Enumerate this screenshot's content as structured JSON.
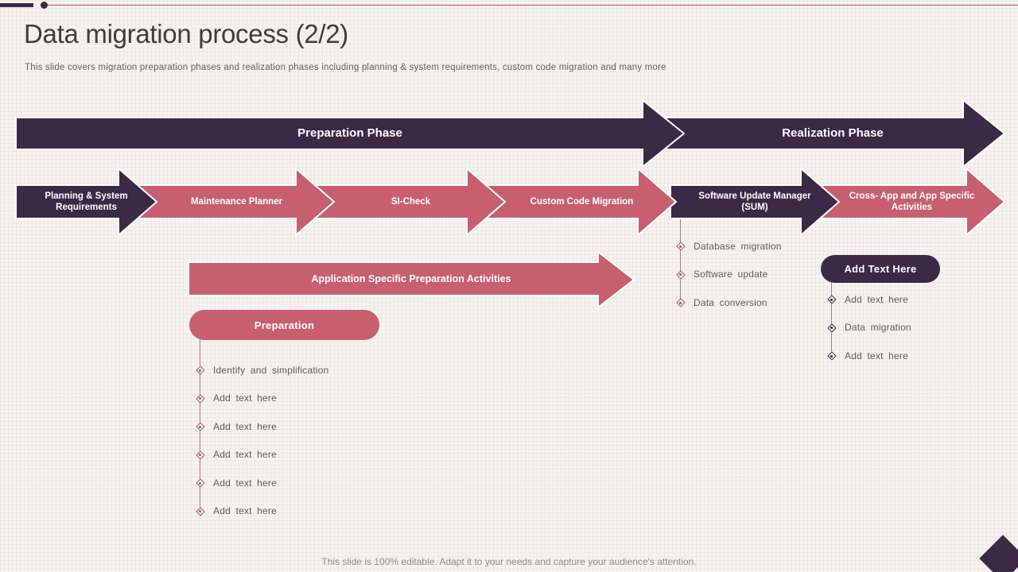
{
  "colors": {
    "dark": "#3a2a45",
    "pink": "#c75f6f",
    "accentLine": "#b0566a",
    "background": "#f6f3ee"
  },
  "slide": {
    "title": "Data migration process (2/2)",
    "subtitle": "This slide covers migration preparation phases and realization phases including planning & system requirements, custom code migration and many more",
    "footer": "This slide is 100% editable. Adapt it to your needs and capture your audience's attention."
  },
  "phases": [
    {
      "label": "Preparation Phase"
    },
    {
      "label": "Realization Phase"
    }
  ],
  "steps": [
    {
      "label": "Planning & System Requirements"
    },
    {
      "label": "Maintenance Planner"
    },
    {
      "label": "SI-Check"
    },
    {
      "label": "Custom Code Migration"
    },
    {
      "label": "Software Update Manager (SUM)"
    },
    {
      "label": "Cross- App and App Specific Activities"
    }
  ],
  "app_specific_arrow": {
    "label": "Application Specific Preparation Activities"
  },
  "preparation_group": {
    "title": "Preparation",
    "items": [
      "Identify and simplification",
      "Add text here",
      "Add text here",
      "Add text here",
      "Add text here",
      "Add text here"
    ]
  },
  "sum_group": {
    "items": [
      "Database migration",
      "Software update",
      "Data conversion"
    ]
  },
  "add_text_group": {
    "title": "Add Text Here",
    "items": [
      "Add text here",
      "Data migration",
      "Add text here"
    ]
  }
}
